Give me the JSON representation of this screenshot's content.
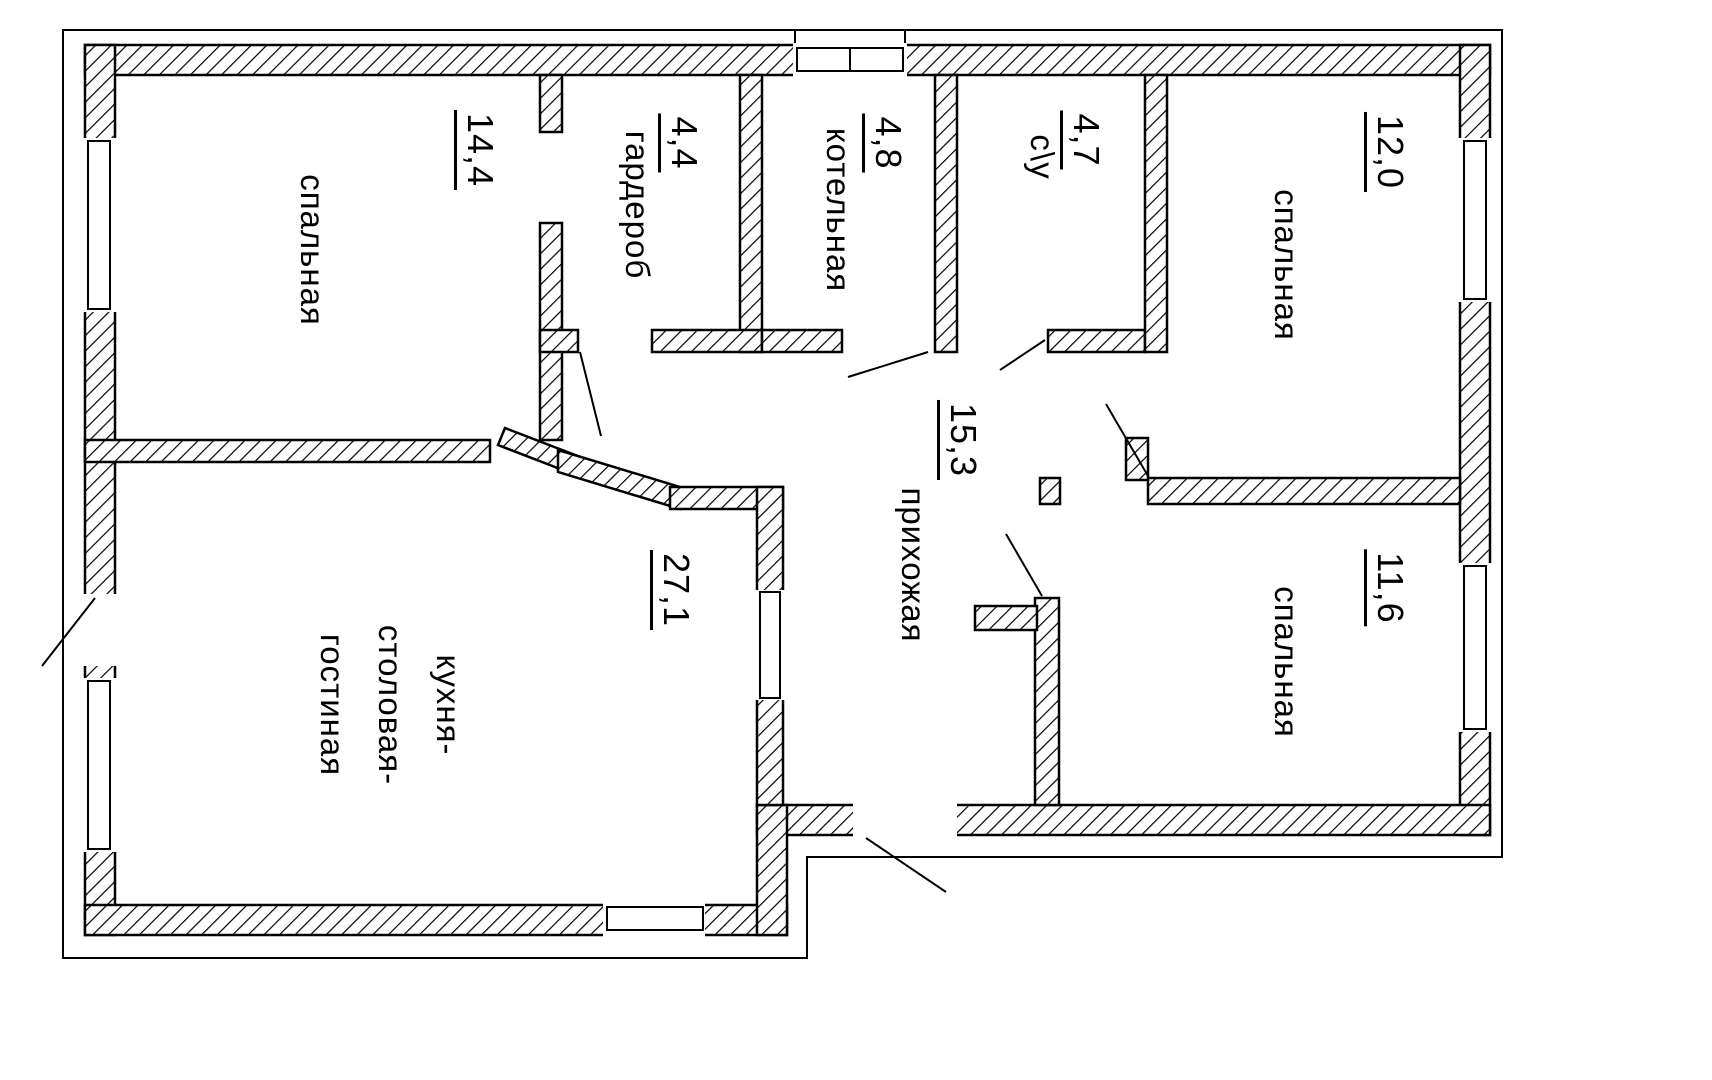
{
  "rooms": [
    {
      "name": "спальная",
      "area": "14,4"
    },
    {
      "name": "гардероб",
      "area": "4,4"
    },
    {
      "name": "котельная",
      "area": "4,8"
    },
    {
      "name": "с\\у",
      "area": "4,7"
    },
    {
      "name": "спальная",
      "area": "12,0"
    },
    {
      "name": "прихожая",
      "area": "15,3"
    },
    {
      "name": "спальная",
      "area": "11,6"
    },
    {
      "name": "кухня-\nстоловая-\nгостиная",
      "area": "27,1"
    }
  ]
}
